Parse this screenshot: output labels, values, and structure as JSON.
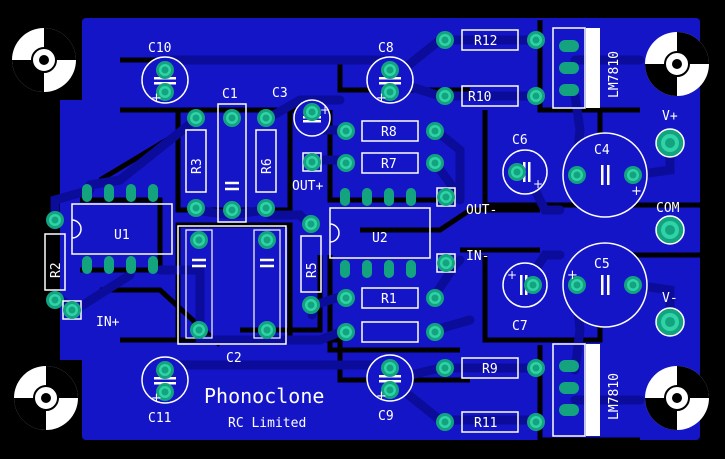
{
  "colors": {
    "background": "#000000",
    "copper": "#1515c8",
    "trace": "#0c0c9a",
    "silkscreen": "#ffffff",
    "pad": "#14a37f",
    "pad_highlight": "#2fd3a8",
    "electrolytic": "#d6d6d6",
    "component_body": "#d0d0d0"
  },
  "components": {
    "c10": "C10",
    "c8": "C8",
    "c1": "C1",
    "c3": "C3",
    "c6": "C6",
    "c4": "C4",
    "c5": "C5",
    "c7": "C7",
    "c2": "C2",
    "c11": "C11",
    "c9": "C9",
    "r1": "R1",
    "r2": "R2",
    "r3": "R3",
    "r5": "R5",
    "r6": "R6",
    "r7": "R7",
    "r8": "R8",
    "r9": "R9",
    "r10": "R10",
    "r11": "R11",
    "r12": "R12",
    "u1": "U1",
    "u2": "U2",
    "reg_top": "LM7810",
    "reg_bottom": "LM7810"
  },
  "nets": {
    "out_plus": "OUT+",
    "out_minus": "OUT-",
    "in_minus": "IN-",
    "in_plus": "IN+",
    "v_plus": "V+",
    "com": "COM",
    "v_minus": "V-"
  },
  "title": {
    "name": "Phonoclone",
    "company": "RC Limited"
  },
  "polarity_mark": "+"
}
